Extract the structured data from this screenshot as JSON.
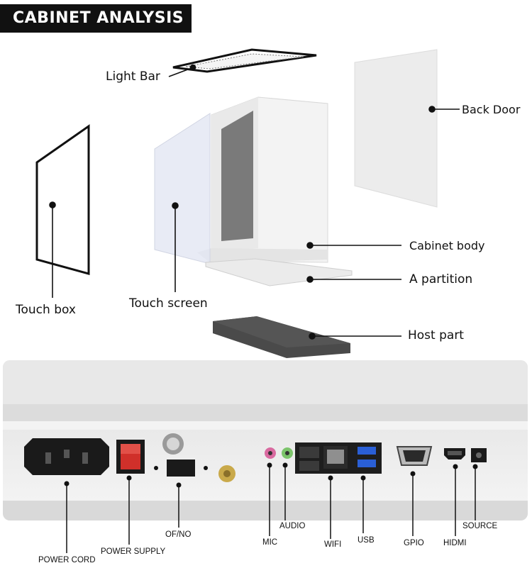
{
  "header": {
    "title": "CABINET ANALYSIS"
  },
  "parts": {
    "light_bar": "Light Bar",
    "back_door": "Back Door",
    "touch_box": "Touch box",
    "touch_screen": "Touch screen",
    "cabinet_body": "Cabinet body",
    "partition": "A partition",
    "host_part": "Host part"
  },
  "ports": {
    "power_cord": "POWER CORD",
    "power_supply": "POWER SUPPLY",
    "of_no": "OF/NO",
    "mic": "MIC",
    "audio": "AUDIO",
    "wifi": "WIFI",
    "usb": "USB",
    "gpio": "GPIO",
    "hidmi": "HIDMI",
    "source": "SOURCE"
  },
  "colors": {
    "banner_bg": "#111111",
    "host_part": "#4a4a4a",
    "switch_red": "#d0302a",
    "mic_pink": "#d96aa0",
    "audio_green": "#7cc46b",
    "usb_blue": "#2a5fd6"
  }
}
